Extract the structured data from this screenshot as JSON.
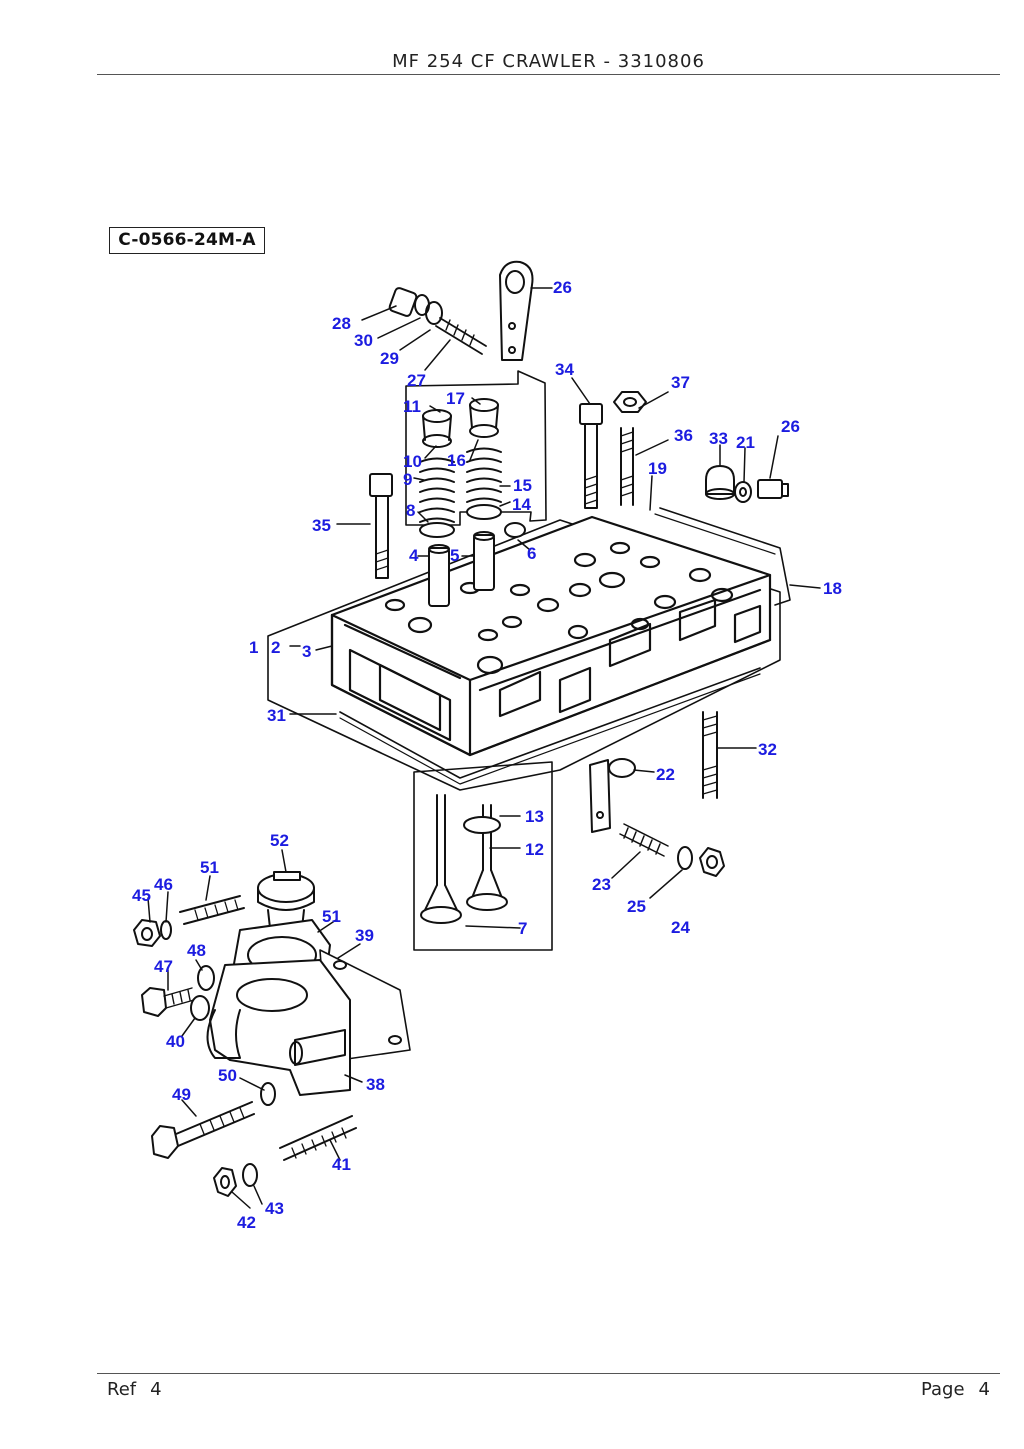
{
  "header": {
    "title": "MF 254 CF CRAWLER - 3310806"
  },
  "diagram": {
    "reference_code": "C-0566-24M-A",
    "callouts": {
      "c1": "1",
      "c2": "2",
      "c3": "3",
      "c4": "4",
      "c5": "5",
      "c6": "6",
      "c7": "7",
      "c8": "8",
      "c9": "9",
      "c10": "10",
      "c11": "11",
      "c12": "12",
      "c13": "13",
      "c14": "14",
      "c15": "15",
      "c16": "16",
      "c17": "17",
      "c18": "18",
      "c19": "19",
      "c21": "21",
      "c22": "22",
      "c23": "23",
      "c24": "24",
      "c25": "25",
      "c26a": "26",
      "c26b": "26",
      "c27": "27",
      "c28": "28",
      "c29": "29",
      "c30": "30",
      "c31": "31",
      "c32": "32",
      "c33": "33",
      "c34": "34",
      "c35": "35",
      "c36": "36",
      "c37": "37",
      "c38": "38",
      "c39": "39",
      "c40": "40",
      "c41": "41",
      "c42": "42",
      "c43": "43",
      "c45": "45",
      "c46": "46",
      "c47": "47",
      "c48": "48",
      "c49": "49",
      "c50": "50",
      "c51a": "51",
      "c51b": "51",
      "c52": "52"
    },
    "colors": {
      "callout": "#1c1ce0",
      "line": "#111111"
    }
  },
  "footer": {
    "ref_label": "Ref",
    "ref_value": "4",
    "page_label": "Page",
    "page_value": "4"
  }
}
